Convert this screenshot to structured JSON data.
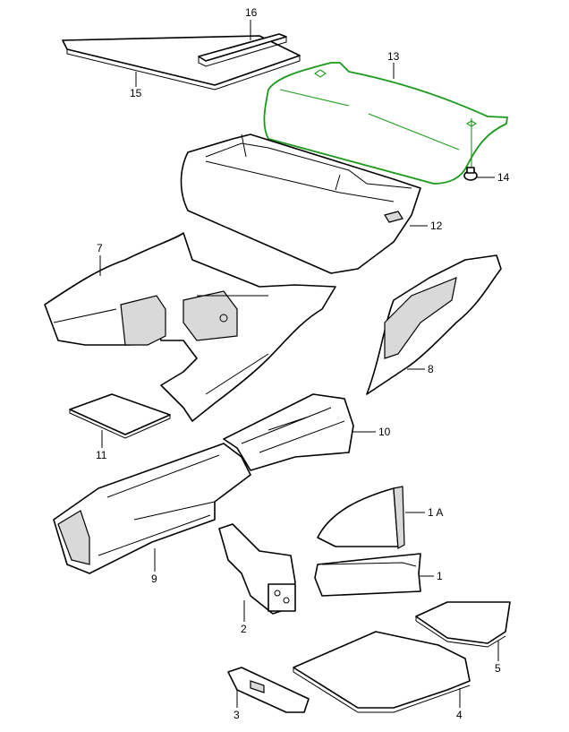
{
  "diagram": {
    "title": "Trim parts exploded view",
    "highlight_color": "#1a9a1a",
    "labels": {
      "p1": "1",
      "p1a": "1 A",
      "p2": "2",
      "p3": "3",
      "p4": "4",
      "p5": "5",
      "p7": "7",
      "p8": "8",
      "p9": "9",
      "p10": "10",
      "p11": "11",
      "p12": "12",
      "p13": "13",
      "p14": "14",
      "p15": "15",
      "p16": "16"
    },
    "selected_part": "13"
  }
}
